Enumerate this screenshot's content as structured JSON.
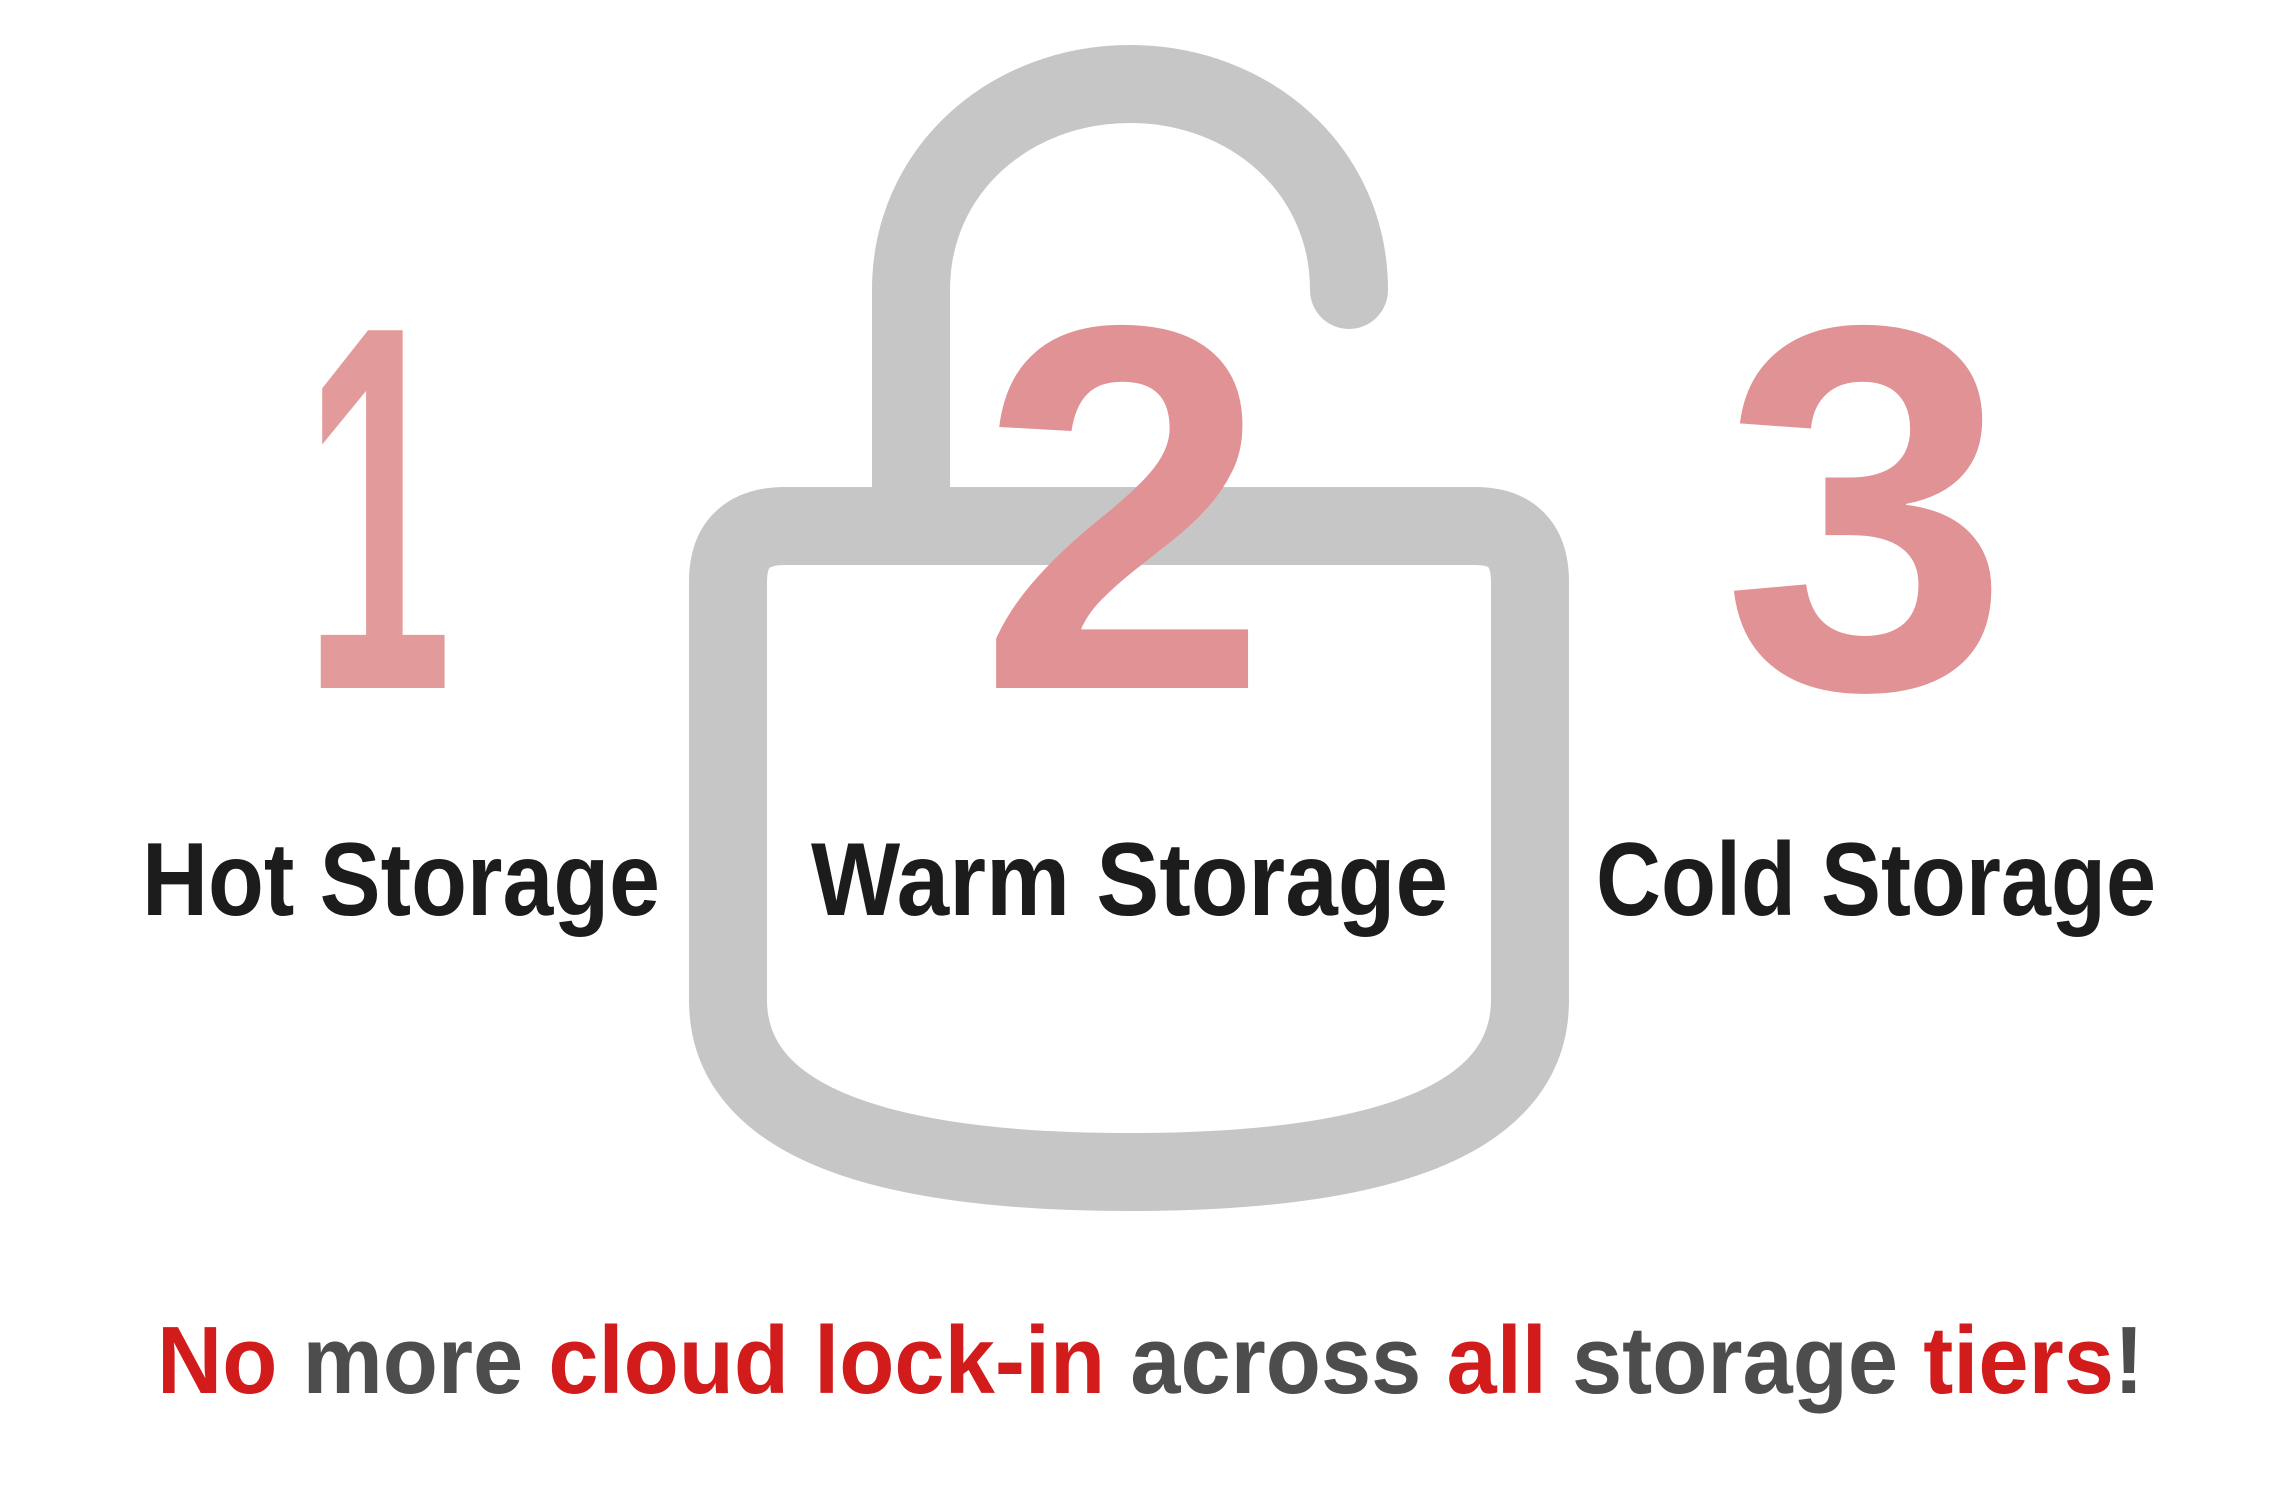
{
  "colors": {
    "lock": "#c6c6c6",
    "number": "#e09295",
    "label": "#1c1c1c",
    "accent": "#d21b1b",
    "text": "#4d4d4d"
  },
  "tiers": [
    {
      "number": "1",
      "label": "Hot Storage"
    },
    {
      "number": "2",
      "label": "Warm Storage"
    },
    {
      "number": "3",
      "label": "Cold Storage"
    }
  ],
  "tagline": {
    "parts": [
      {
        "text": "No",
        "accent": true
      },
      {
        "text": " more ",
        "accent": false
      },
      {
        "text": "cloud lock-in",
        "accent": true
      },
      {
        "text": " across ",
        "accent": false
      },
      {
        "text": "all",
        "accent": true
      },
      {
        "text": " storage ",
        "accent": false
      },
      {
        "text": "tiers",
        "accent": true
      },
      {
        "text": "!",
        "accent": false
      }
    ]
  }
}
